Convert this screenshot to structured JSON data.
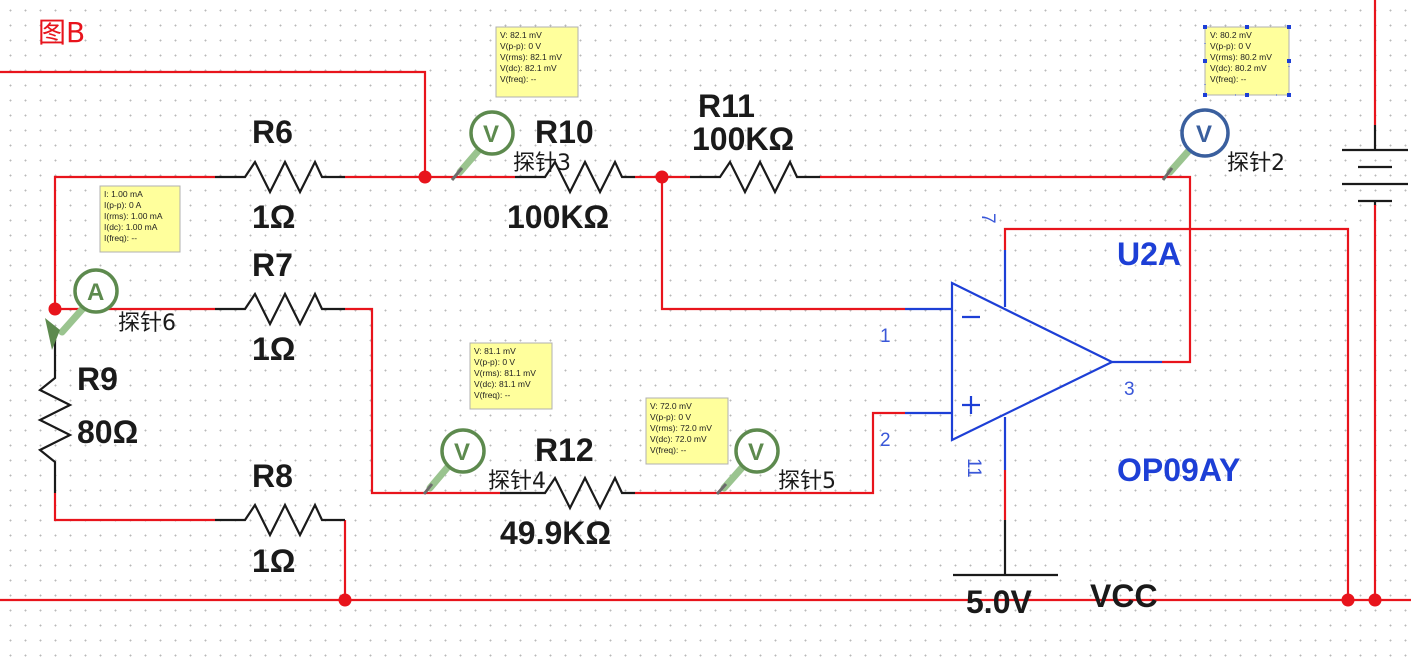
{
  "figure_label": "图B",
  "resistors": {
    "r6": {
      "ref": "R6",
      "value": "1Ω"
    },
    "r7": {
      "ref": "R7",
      "value": "1Ω"
    },
    "r8": {
      "ref": "R8",
      "value": "1Ω"
    },
    "r9": {
      "ref": "R9",
      "value": "80Ω"
    },
    "r10": {
      "ref": "R10",
      "value": "100KΩ"
    },
    "r11": {
      "ref": "R11",
      "value": "100KΩ"
    },
    "r12": {
      "ref": "R12",
      "value": "49.9KΩ"
    }
  },
  "opamp": {
    "ref": "U2A",
    "part": "OP09AY",
    "pins": {
      "inv": "1",
      "noninv": "2",
      "out": "3",
      "vpos": "7",
      "vneg": "11"
    }
  },
  "supply": {
    "voltage": "5.0V",
    "label": "VCC"
  },
  "probes": {
    "probe3": {
      "label": "探针3",
      "type": "V",
      "readings": [
        "V: 82.1 mV",
        "V(p-p): 0 V",
        "V(rms): 82.1 mV",
        "V(dc): 82.1 mV",
        "V(freq): --"
      ]
    },
    "probe2": {
      "label": "探针2",
      "type": "V",
      "readings": [
        "V: 80.2 mV",
        "V(p-p): 0 V",
        "V(rms): 80.2 mV",
        "V(dc): 80.2 mV",
        "V(freq): --"
      ]
    },
    "probe6": {
      "label": "探针6",
      "type": "A",
      "readings": [
        "I: 1.00 mA",
        "I(p-p): 0 A",
        "I(rms): 1.00 mA",
        "I(dc): 1.00 mA",
        "I(freq): --"
      ]
    },
    "probe4": {
      "label": "探针4",
      "type": "V",
      "readings": [
        "V: 81.1 mV",
        "V(p-p): 0 V",
        "V(rms): 81.1 mV",
        "V(dc): 81.1 mV",
        "V(freq): --"
      ]
    },
    "probe5": {
      "label": "探针5",
      "type": "V",
      "readings": [
        "V: 72.0 mV",
        "V(p-p): 0 V",
        "V(rms): 72.0 mV",
        "V(dc): 72.0 mV",
        "V(freq): --"
      ]
    }
  },
  "colors": {
    "wire": "#e8141c",
    "component": "#1a1a1a",
    "opamp": "#1d3fd6",
    "voltage_probe": "#5d8a4e",
    "voltage_probe_selected": "#3a5f9e",
    "ammeter_probe": "#5d8a4e",
    "tooltip": "#ffff9c"
  }
}
